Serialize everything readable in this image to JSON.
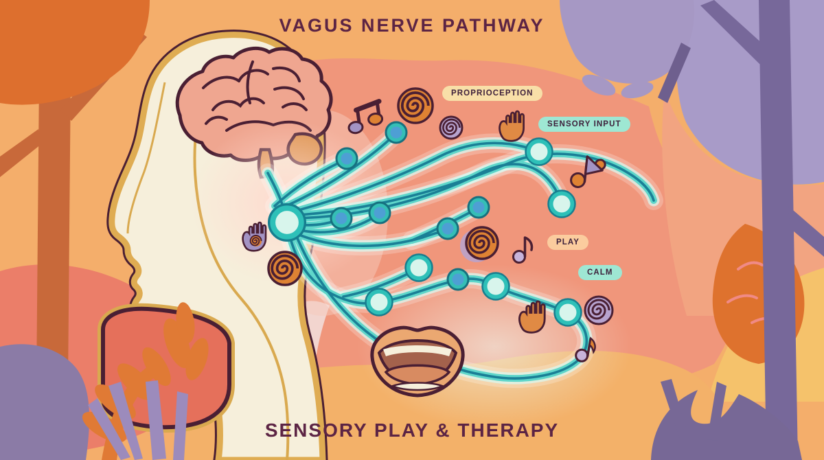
{
  "title": "VAGUS NERVE PATHWAY",
  "subtitle": "SENSORY PLAY & THERAPY",
  "labels": {
    "proprioception": "PROPRIOCEPTION",
    "sensory_input": "SENSORY INPUT",
    "play": "PLAY",
    "calm": "CALM"
  },
  "icons": [
    "brain-icon",
    "head-profile",
    "mouth-icon",
    "vagus-nerve-pathway",
    "music-note-icon",
    "texture-spiral-icon",
    "hand-icon",
    "nerve-node"
  ],
  "palette": {
    "amber_background": "#F4AE6B",
    "salmon_wave": "#F0967B",
    "coral_wave": "#EB7E69",
    "lavender_sky": "#A89BC8",
    "purple_tree": "#77689A",
    "orange_foliage": "#DE722E",
    "cream_face": "#F6EFDB",
    "gold_outline": "#DFAC52",
    "dark_outline": "#4A1F33",
    "brain_pink": "#EFA690",
    "brainstem_orange": "#DD9450",
    "nerve_teal_light": "#5FD6CA",
    "nerve_teal_dark": "#1A7F96",
    "node_blue": "#4E9FD4",
    "pill_cream": "#F8DFA8",
    "pill_mint": "#9EE7D3",
    "pill_peach": "#FBCC9E",
    "title_plum": "#5C2444"
  }
}
